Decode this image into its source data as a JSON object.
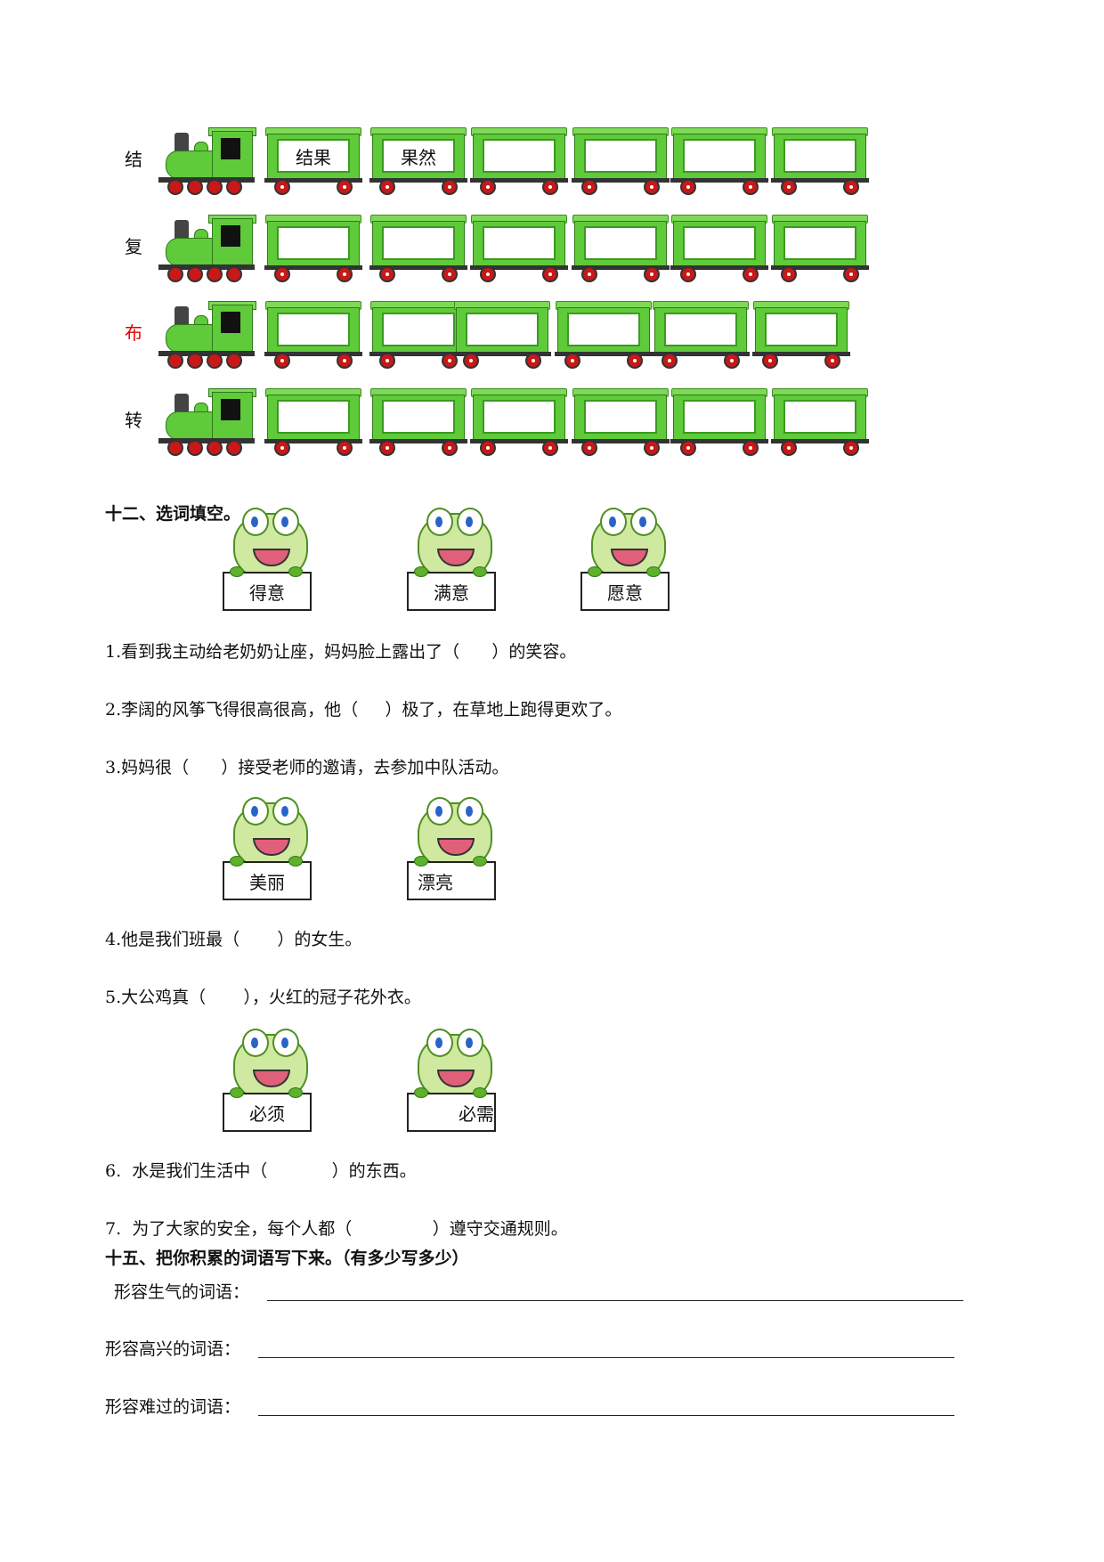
{
  "trains": [
    {
      "label": "结",
      "label_color": "#111111",
      "cars": [
        "结果",
        "果然",
        "",
        "",
        "",
        ""
      ]
    },
    {
      "label": "复",
      "label_color": "#111111",
      "cars": [
        "",
        "",
        "",
        "",
        "",
        ""
      ]
    },
    {
      "label": "布",
      "label_color": "#e00000",
      "cars": [
        "",
        "",
        "",
        "",
        "",
        ""
      ]
    },
    {
      "label": "转",
      "label_color": "#111111",
      "cars": [
        "",
        "",
        "",
        "",
        "",
        ""
      ]
    }
  ],
  "section12": {
    "heading": "十二、选词填空。",
    "group1": [
      "得意",
      "满意",
      "愿意"
    ],
    "q1": "1.看到我主动给老奶奶让座，妈妈脸上露出了（      ）的笑容。",
    "q2": "2.李阔的风筝飞得很高很高，他（     ）极了，在草地上跑得更欢了。",
    "q3": "3.妈妈很（      ）接受老师的邀请，去参加中队活动。",
    "group2": [
      "美丽",
      "漂亮"
    ],
    "q4": "4.他是我们班最（       ）的女生。",
    "q5": "5.大公鸡真（       ），火红的冠子花外衣。",
    "group3": [
      "必须",
      "必需"
    ],
    "q6": "6.  水是我们生活中（            ）的东西。",
    "q7": "7.  为了大家的安全，每个人都（               ）遵守交通规则。"
  },
  "section15": {
    "heading": "十五、把你积累的词语写下来。（有多少写多少）",
    "lines": [
      "形容生气的词语：",
      "形容高兴的词语：",
      "形容难过的词语："
    ]
  }
}
